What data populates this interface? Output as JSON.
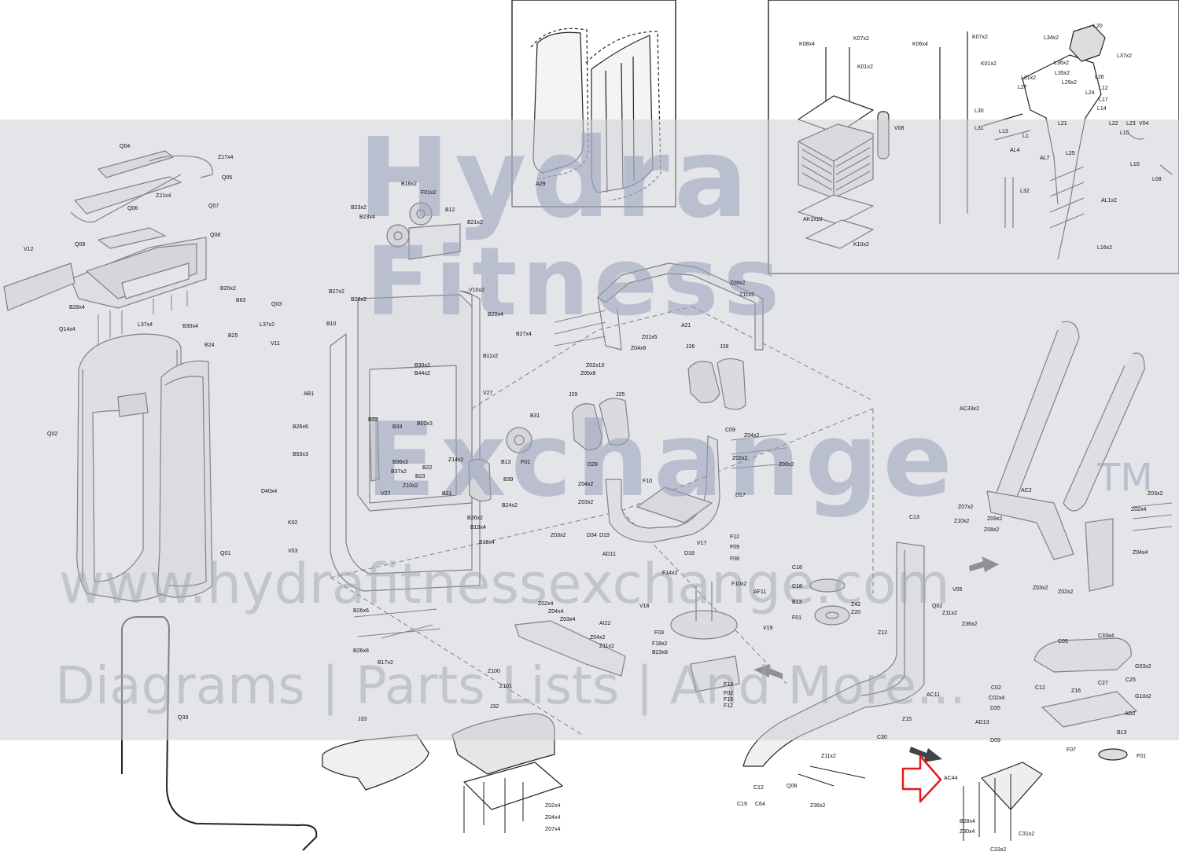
{
  "watermark": {
    "line1": "Hydra",
    "line2": "Fitness",
    "line3": "Exchange",
    "tm": "TM",
    "url": "www.hydrafitnessexchange.com",
    "tagline": "Diagrams | Parts Lists | And More..."
  },
  "labels": {
    "q04": "Q04",
    "z17x4": "Z17x4",
    "q05": "Q05",
    "z21x4": "Z21x4",
    "q06": "Q06",
    "q07": "Q07",
    "q08": "Q08",
    "q09": "Q09",
    "v12": "V12",
    "b28x4": "B28x4",
    "q14x4": "Q14x4",
    "l37x4": "L37x4",
    "b20x2": "B20x2",
    "b63": "B63",
    "q03": "Q03",
    "l37x2": "L37x2",
    "b30x4": "B30x4",
    "b24": "B24",
    "b25": "B25",
    "v11": "V11",
    "q02": "Q02",
    "q01": "Q01",
    "q33": "Q33",
    "b18x2": "B18x2",
    "f01x2": "F01x2",
    "b23x2": "B23x2",
    "b23x4": "B23x4",
    "b12": "B12",
    "b21x2": "B21x2",
    "v10x2": "V10x2",
    "b27x2": "B27x2",
    "b28x2": "B28x2",
    "b10": "B10",
    "b20x4": "B20x4",
    "b27x4": "B27x4",
    "b11x2": "B11x2",
    "v27": "V27",
    "ab1": "AB1",
    "b30x2": "B30x2",
    "b44x2": "B44x2",
    "b32": "B32",
    "b33": "B33",
    "b02x3": "B02x3",
    "b36x3": "B36x3",
    "b37x2": "B37x2",
    "b31": "B31",
    "b13": "B13",
    "b39": "B39",
    "f01": "F01",
    "b24x2": "B24x2",
    "b22": "B22",
    "z10x2": "Z10x2",
    "b23": "B23",
    "b21": "B21",
    "z14x2": "Z14x2",
    "b26x2": "B26x2",
    "b19x4": "B19x4",
    "b18x4": "B18x4",
    "b26x6": "B26x6",
    "b53x3": "B53x3",
    "d40x4": "D40x4",
    "k02": "K02",
    "v03": "V03",
    "z08x2": "Z08x2",
    "z11x2": "Z11x2",
    "a21": "A21",
    "z01x5": "Z01x5",
    "z04x8": "Z04x8",
    "z02x10": "Z02x10",
    "z05x6": "Z05x6",
    "j26": "J26",
    "j28": "J28",
    "j29": "J29",
    "j25": "J25",
    "c09": "C09",
    "z04x2": "Z04x2",
    "z02x2": "Z02x2",
    "z03x2": "Z03x2",
    "d28": "D28",
    "z04x2b": "Z04x2",
    "z03x2b": "Z03x2",
    "f10": "F10",
    "d17": "D17",
    "z03x2c": "Z03x2",
    "d34": "D34",
    "d19": "D19",
    "f12": "F12",
    "v17": "V17",
    "f09": "F09",
    "d18": "D18",
    "f08": "F08",
    "ad11": "AD11",
    "f14x2": "F14x2",
    "f10x2": "F10x2",
    "af11": "AF11",
    "v18": "V18",
    "f03": "F03",
    "v19": "V19",
    "f18x2": "F18x2",
    "b23x8": "B23x8",
    "f13": "F13",
    "f02": "F02",
    "f15": "F15",
    "f12b": "F12",
    "c18": "C18",
    "c18b": "C18",
    "b13b": "B13",
    "z42": "Z42",
    "z20": "Z20",
    "f01b": "F01",
    "c13": "C13",
    "v05": "V05",
    "q02b": "Q02",
    "z11x2b": "Z11x2",
    "z36x2": "Z36x2",
    "z12": "Z12",
    "ac11": "AC11",
    "z15": "Z15",
    "c30": "C30",
    "c19": "C19",
    "c12": "C12",
    "c64": "C64",
    "z11x2c": "Z11x2",
    "z36x2b": "Z36x2",
    "b26x6b": "B26x6",
    "b26x8": "B26x8",
    "b17x2": "B17x2",
    "z02x4": "Z02x4",
    "z04x4": "Z04x4",
    "z03x4": "Z03x4",
    "ai22": "AI22",
    "z04x2c": "Z04x2",
    "z11x2d": "Z11x2",
    "z100": "Z100",
    "z101": "Z101",
    "j33": "J33",
    "j32": "J32",
    "z02x4b": "Z02x4",
    "z04x4b": "Z04x4",
    "z07x4": "Z07x4",
    "ac33x2": "AC33x2",
    "ac2": "AC2",
    "z07x2": "Z07x2",
    "z10x2b": "Z10x2",
    "z09x2": "Z09x2",
    "z08x2b": "Z08x2",
    "z03x2d": "Z03x2",
    "z02x4c": "Z02x4",
    "z04x4c": "Z04x4",
    "z03x2e": "Z03x2",
    "z02x2b": "Z02x2",
    "c05": "C05",
    "c33x4": "C33x4",
    "g03x2": "G03x2",
    "c25": "C25",
    "g10x2": "G10x2",
    "c02": "C02",
    "c02x4": "C02x4",
    "c12b": "C12",
    "z16": "Z16",
    "c27": "C27",
    "d35": "D35",
    "ad13": "AD13",
    "ad2": "AD2",
    "d09": "D09",
    "f07": "F07",
    "b13c": "B13",
    "f01c": "F01",
    "ac44": "AC44",
    "b28x4b": "B28x4",
    "z30x4": "Z30x4",
    "c31x2": "C31x2",
    "c33x2": "C33x2",
    "a29": "A29",
    "k08x4": "K08x4",
    "k07x2": "K07x2",
    "k01x2": "K01x2",
    "v08": "V08",
    "ak1x10": "AK1x10",
    "k10x2": "K10x2",
    "k06x4": "K06x4",
    "k07x2b": "K07x2",
    "k01x2b": "K01x2",
    "l34x2": "L34x2",
    "l20": "L20",
    "l36x2": "L36x2",
    "l35x2": "L35x2",
    "l26": "L26",
    "l31x2": "L31x2",
    "l29x2": "L29x2",
    "l12": "L12",
    "l27": "L27",
    "l24": "L24",
    "l17": "L17",
    "l14": "L14",
    "l30": "L30",
    "l13": "L13",
    "l31": "L31",
    "l1": "L1",
    "l21": "L21",
    "l22": "L22",
    "l23": "L23",
    "l15": "L15",
    "v04": "V04",
    "al4": "AL4",
    "al7": "AL7",
    "l10": "L10",
    "l08": "L08",
    "l25": "L25",
    "l32": "L32",
    "al1x2": "AL1x2",
    "l16x2": "L16x2"
  }
}
